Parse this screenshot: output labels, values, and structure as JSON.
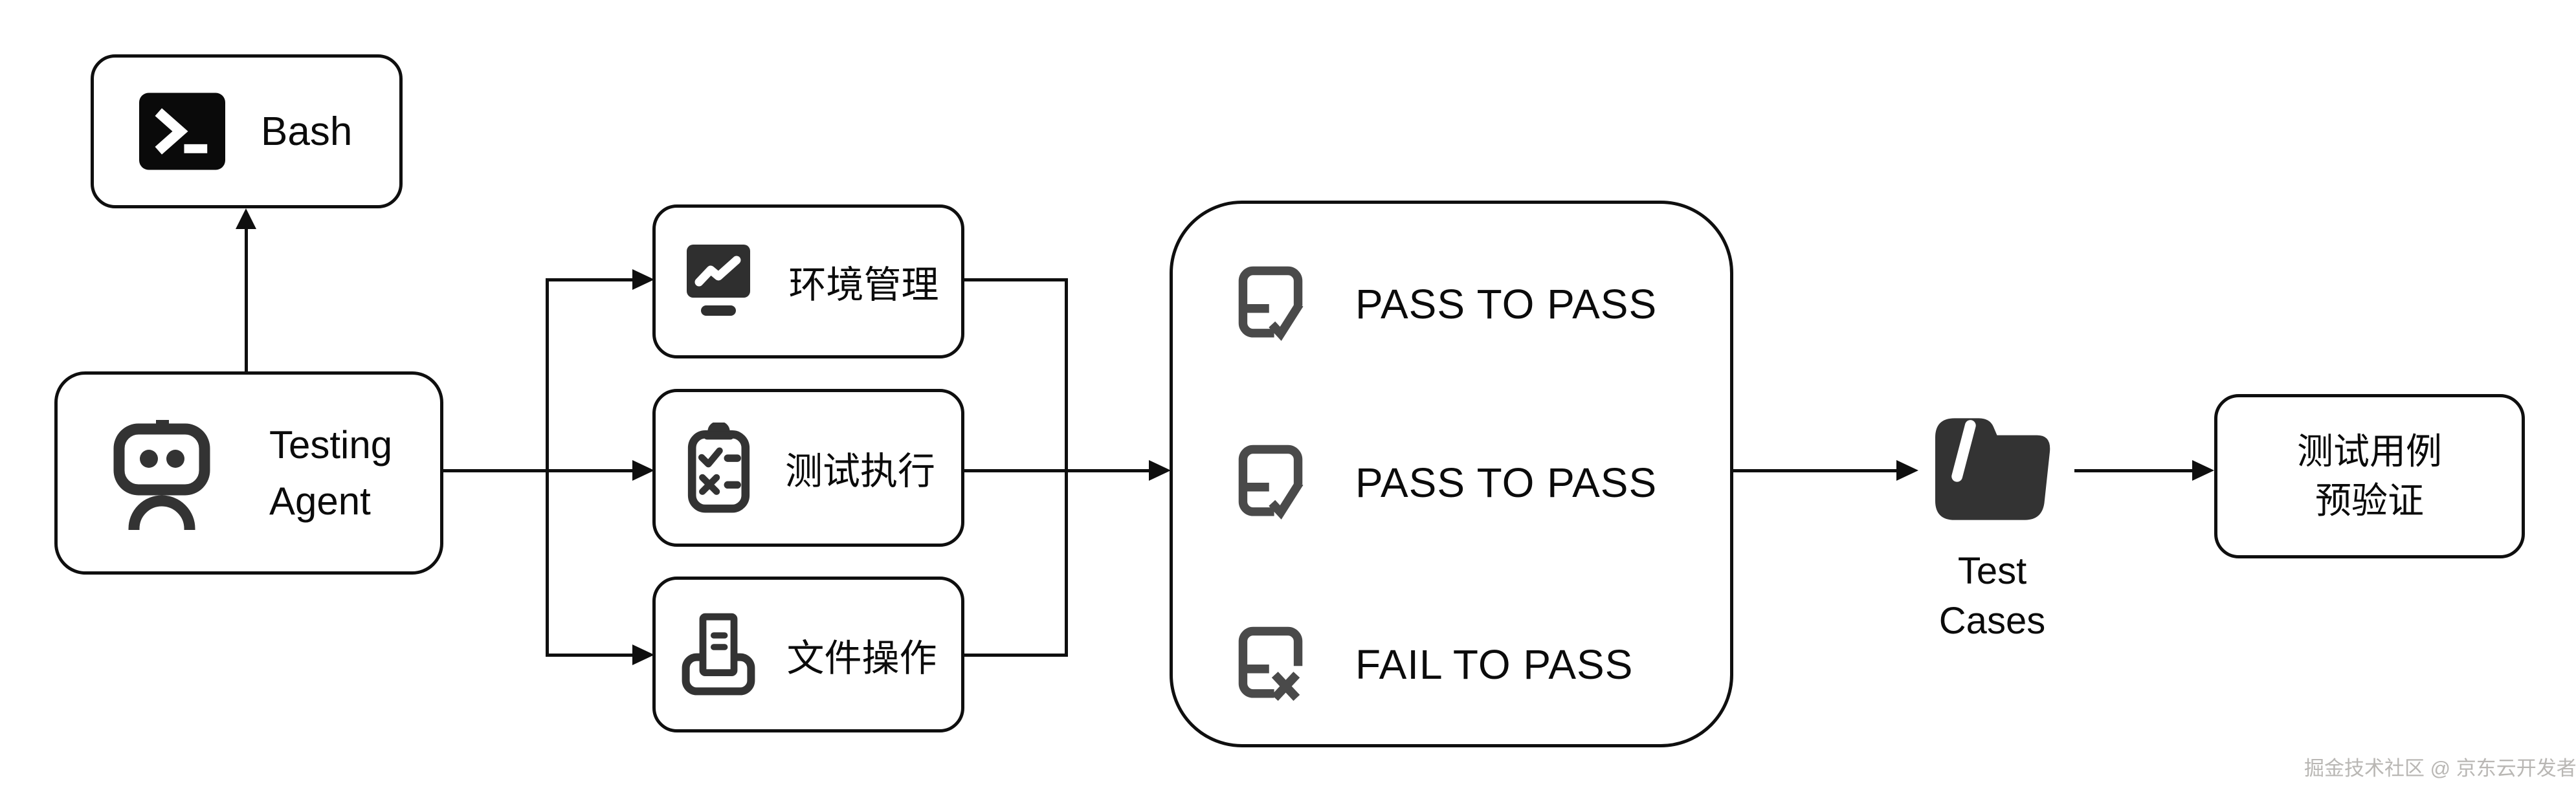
{
  "diagram": {
    "colors": {
      "background": "#ffffff",
      "stroke": "#0f0f0f",
      "icon_dark": "#2f2f2f",
      "icon_gray": "#4a4a4a",
      "watermark_gray": "#b9b7b4"
    },
    "nodes": {
      "bash": {
        "label": "Bash"
      },
      "agent": {
        "label_line1": "Testing",
        "label_line2": "Agent"
      },
      "tools": [
        {
          "label": "环境管理"
        },
        {
          "label": "测试执行"
        },
        {
          "label": "文件操作"
        }
      ],
      "results": [
        {
          "status": "pass",
          "label": "PASS TO PASS"
        },
        {
          "status": "pass",
          "label": "PASS TO PASS"
        },
        {
          "status": "fail",
          "label": "FAIL TO PASS"
        }
      ],
      "test_cases": {
        "label_line1": "Test",
        "label_line2": "Cases"
      },
      "final": {
        "label_line1": "测试用例",
        "label_line2": "预验证"
      }
    },
    "watermark": "掘金技术社区 @ 京东云开发者"
  }
}
